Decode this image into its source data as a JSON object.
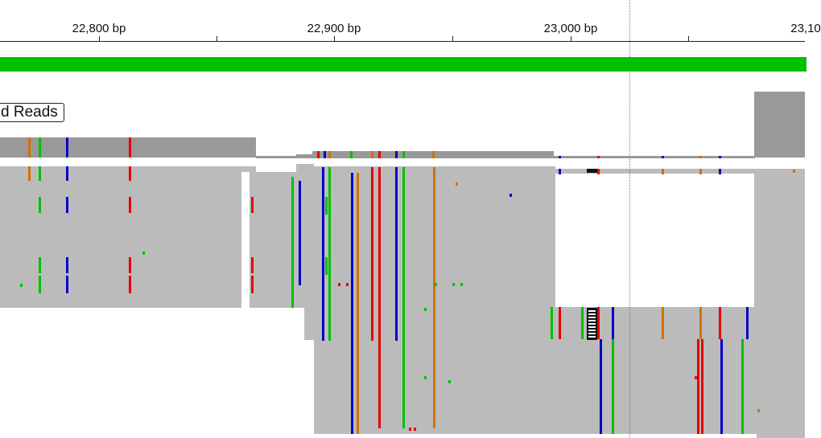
{
  "ruler": {
    "ticks": [
      {
        "label": "22,800 bp"
      },
      {
        "label": "22,900 bp"
      },
      {
        "label": "23,000 bp"
      },
      {
        "label": "23,10"
      }
    ]
  },
  "track": {
    "reads_label": "d Reads"
  },
  "colors": {
    "read": "#bbbbbb",
    "coverage": "#999999",
    "A": "#00c000",
    "C": "#0000c8",
    "G": "#d17105",
    "T": "#e60000",
    "center_line": "#777777"
  },
  "icons": [
    "insertion-marker-icon"
  ]
}
